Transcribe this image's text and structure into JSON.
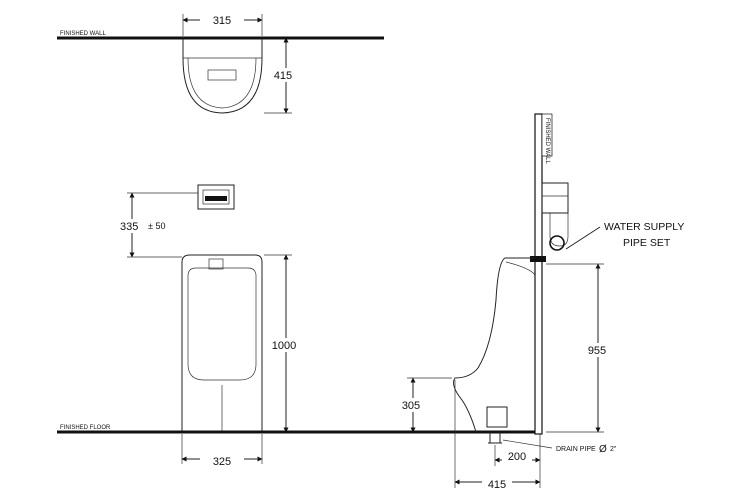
{
  "labels": {
    "finished_wall_top": "FINISHED WALL",
    "finished_floor": "FINISHED FLOOR",
    "finished_wall_side": "FINISHED WALL",
    "water_supply_line1": "WATER SUPPLY",
    "water_supply_line2": "PIPE SET",
    "drain_pipe": "DRAIN PIPE",
    "drain_pipe_size": "2\"",
    "diameter_symbol": "Ø"
  },
  "dimensions": {
    "top_width": "315",
    "top_depth": "415",
    "flush_height": "335",
    "flush_tol": "± 50",
    "front_height": "1000",
    "front_width": "325",
    "side_305": "305",
    "side_955": "955",
    "side_200": "200",
    "side_415": "415"
  },
  "colors": {
    "ink": "#111111",
    "background": "#ffffff"
  }
}
